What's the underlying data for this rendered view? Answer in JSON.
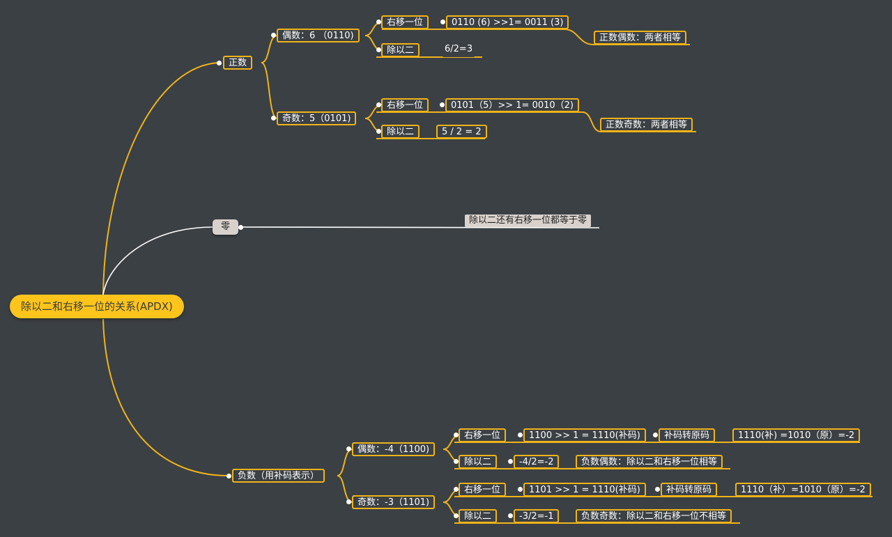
{
  "colors": {
    "branch": "#f0b419",
    "root": "#fdc51c",
    "zero_branch": "#ffffff",
    "background": "#3b4045"
  },
  "root": {
    "label": "除以二和右移一位的关系(APDX)"
  },
  "positive": {
    "label": "正数",
    "even": {
      "label": "偶数：6 （0110)",
      "shift": {
        "label": "右移一位",
        "value": "0110 (6) >>1= 0011 (3)"
      },
      "divide": {
        "label": "除以二",
        "value": "6/2=3"
      },
      "conclusion": "正数偶数：两者相等"
    },
    "odd": {
      "label": "奇数：5（0101)",
      "shift": {
        "label": "右移一位",
        "value": "0101（5）>> 1= 0010（2)"
      },
      "divide": {
        "label": "除以二",
        "value": "5 / 2 = 2"
      },
      "conclusion": "正数奇数：两者相等"
    }
  },
  "zero": {
    "label": "零",
    "note": "除以二还有右移一位都等于零"
  },
  "negative": {
    "label": "负数（用补码表示）",
    "even": {
      "label": "偶数：-4（1100)",
      "shift": {
        "label": "右移一位",
        "value": "1100 >> 1 = 1110(补码)",
        "convert_label": "补码转原码",
        "convert_value": "1110(补) =1010（原）=-2"
      },
      "divide": {
        "label": "除以二",
        "value": "-4/2=-2"
      },
      "conclusion": "负数偶数：除以二和右移一位相等"
    },
    "odd": {
      "label": "奇数：-3（1101)",
      "shift": {
        "label": "右移一位",
        "value": "1101 >> 1 = 1110(补码)",
        "convert_label": "补码转原码",
        "convert_value": "1110（补）=1010（原）=-2"
      },
      "divide": {
        "label": "除以二",
        "value": "-3/2=-1"
      },
      "conclusion": "负数奇数：除以二和右移一位不相等"
    }
  }
}
